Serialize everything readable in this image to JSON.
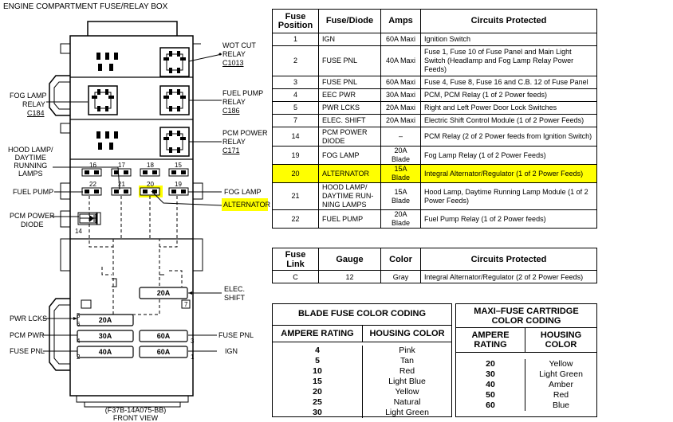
{
  "box_title": "ENGINE COMPARTMENT FUSE/RELAY BOX",
  "front_view": {
    "part_number": "(F37B-14A075-BB)",
    "caption": "FRONT VIEW"
  },
  "callouts": {
    "wot_cut": {
      "name1": "WOT CUT",
      "name2": "RELAY",
      "id": "C1013"
    },
    "fog_lamp_relay": {
      "name1": "FOG LAMP",
      "name2": "RELAY",
      "id": "C184"
    },
    "fuel_pump_relay": {
      "name1": "FUEL PUMP",
      "name2": "RELAY",
      "id": "C186"
    },
    "pcm_power_relay": {
      "name1": "PCM POWER",
      "name2": "RELAY",
      "id": "C171"
    },
    "hood_lamp": {
      "l1": "HOOD LAMP/",
      "l2": "DAYTIME",
      "l3": "RUNNING",
      "l4": "LAMPS"
    },
    "fuel_pump": "FUEL PUMP",
    "fog_lamp": "FOG LAMP",
    "alternator": "ALTERNATOR",
    "pcm_power_diode": {
      "l1": "PCM POWER",
      "l2": "DIODE"
    },
    "elec_shift": {
      "l1": "ELEC.",
      "l2": "SHIFT"
    },
    "pwr_lcks": "PWR LCKS",
    "pcm_pwr": "PCM PWR",
    "fuse_pnl_left": "FUSE PNL",
    "fuse_pnl_right": "FUSE PNL",
    "ign": "IGN"
  },
  "box_numbers": {
    "n16": "16",
    "n17": "17",
    "n18": "18",
    "n15": "15",
    "n22": "22",
    "n21": "21",
    "n20": "20",
    "n19": "19",
    "n14": "14",
    "n7": "7",
    "n6": "6",
    "n5": "5",
    "n4": "4",
    "n3": "3",
    "n2": "2",
    "n1": "1"
  },
  "box_fuses": {
    "elec_shift": "20A",
    "pwr_lcks": "20A",
    "pcm_pwr": "30A",
    "fuse_pnl_left": "40A",
    "fuse_pnl_right": "60A",
    "ign": "60A"
  },
  "fuse_table": {
    "headers": [
      "Fuse Position",
      "Fuse/Diode",
      "Amps",
      "Circuits Protected"
    ],
    "rows": [
      {
        "pos": "1",
        "fuse": "IGN",
        "amps": "60A Maxi",
        "circuits": "Ignition Switch"
      },
      {
        "pos": "2",
        "fuse": "FUSE PNL",
        "amps": "40A Maxi",
        "circuits": "Fuse 1, Fuse 10 of Fuse Panel and Main Light Switch (Headlamp and Fog Lamp Relay Power Feeds)"
      },
      {
        "pos": "3",
        "fuse": "FUSE PNL",
        "amps": "60A Maxi",
        "circuits": "Fuse 4, Fuse 8, Fuse 16 and C.B. 12 of Fuse Panel"
      },
      {
        "pos": "4",
        "fuse": "EEC PWR",
        "amps": "30A Maxi",
        "circuits": "PCM, PCM Relay (1 of 2 Power feeds)"
      },
      {
        "pos": "5",
        "fuse": "PWR LCKS",
        "amps": "20A Maxi",
        "circuits": "Right and Left Power Door Lock Switches"
      },
      {
        "pos": "7",
        "fuse": "ELEC. SHIFT",
        "amps": "20A Maxi",
        "circuits": "Electric Shift Control Module (1 of 2 Power Feeds)"
      },
      {
        "pos": "14",
        "fuse": "PCM POWER DIODE",
        "amps": "–",
        "circuits": "PCM Relay (2 of 2 Power feeds from Ignition Switch)"
      },
      {
        "pos": "19",
        "fuse": "FOG LAMP",
        "amps": "20A Blade",
        "circuits": "Fog Lamp Relay (1 of 2 Power Feeds)"
      },
      {
        "pos": "20",
        "fuse": "ALTERNATOR",
        "amps": "15A Blade",
        "circuits": "Integral Alternator/Regulator (1 of 2 Power Feeds)",
        "highlight": true
      },
      {
        "pos": "21",
        "fuse": "HOOD LAMP/ DAYTIME RUN-NING LAMPS",
        "amps": "15A Blade",
        "circuits": "Hood Lamp, Daytime Running Lamp Module (1 of 2 Power Feeds)"
      },
      {
        "pos": "22",
        "fuse": "FUEL PUMP",
        "amps": "20A Blade",
        "circuits": "Fuel Pump Relay (1 of 2 Power feeds)"
      }
    ]
  },
  "link_table": {
    "headers": [
      "Fuse Link",
      "Gauge",
      "Color",
      "Circuits Protected"
    ],
    "rows": [
      {
        "link": "C",
        "gauge": "12",
        "color": "Gray",
        "circuits": "Integral Alternator/Regulator (2 of 2 Power Feeds)"
      }
    ]
  },
  "blade_coding": {
    "title": "BLADE FUSE COLOR CODING",
    "headers": [
      "AMPERE RATING",
      "HOUSING COLOR"
    ],
    "rows": [
      {
        "amp": "4",
        "color": "Pink"
      },
      {
        "amp": "5",
        "color": "Tan"
      },
      {
        "amp": "10",
        "color": "Red"
      },
      {
        "amp": "15",
        "color": "Light Blue"
      },
      {
        "amp": "20",
        "color": "Yellow"
      },
      {
        "amp": "25",
        "color": "Natural"
      },
      {
        "amp": "30",
        "color": "Light Green"
      }
    ]
  },
  "maxi_coding": {
    "title1": "MAXI–FUSE CARTRIDGE",
    "title2": "COLOR CODING",
    "headers": [
      "AMPERE RATING",
      "HOUSING COLOR"
    ],
    "rows": [
      {
        "amp": "20",
        "color": "Yellow"
      },
      {
        "amp": "30",
        "color": "Light Green"
      },
      {
        "amp": "40",
        "color": "Amber"
      },
      {
        "amp": "50",
        "color": "Red"
      },
      {
        "amp": "60",
        "color": "Blue"
      }
    ]
  },
  "colors": {
    "highlight": "#ffff00",
    "line": "#000000"
  }
}
